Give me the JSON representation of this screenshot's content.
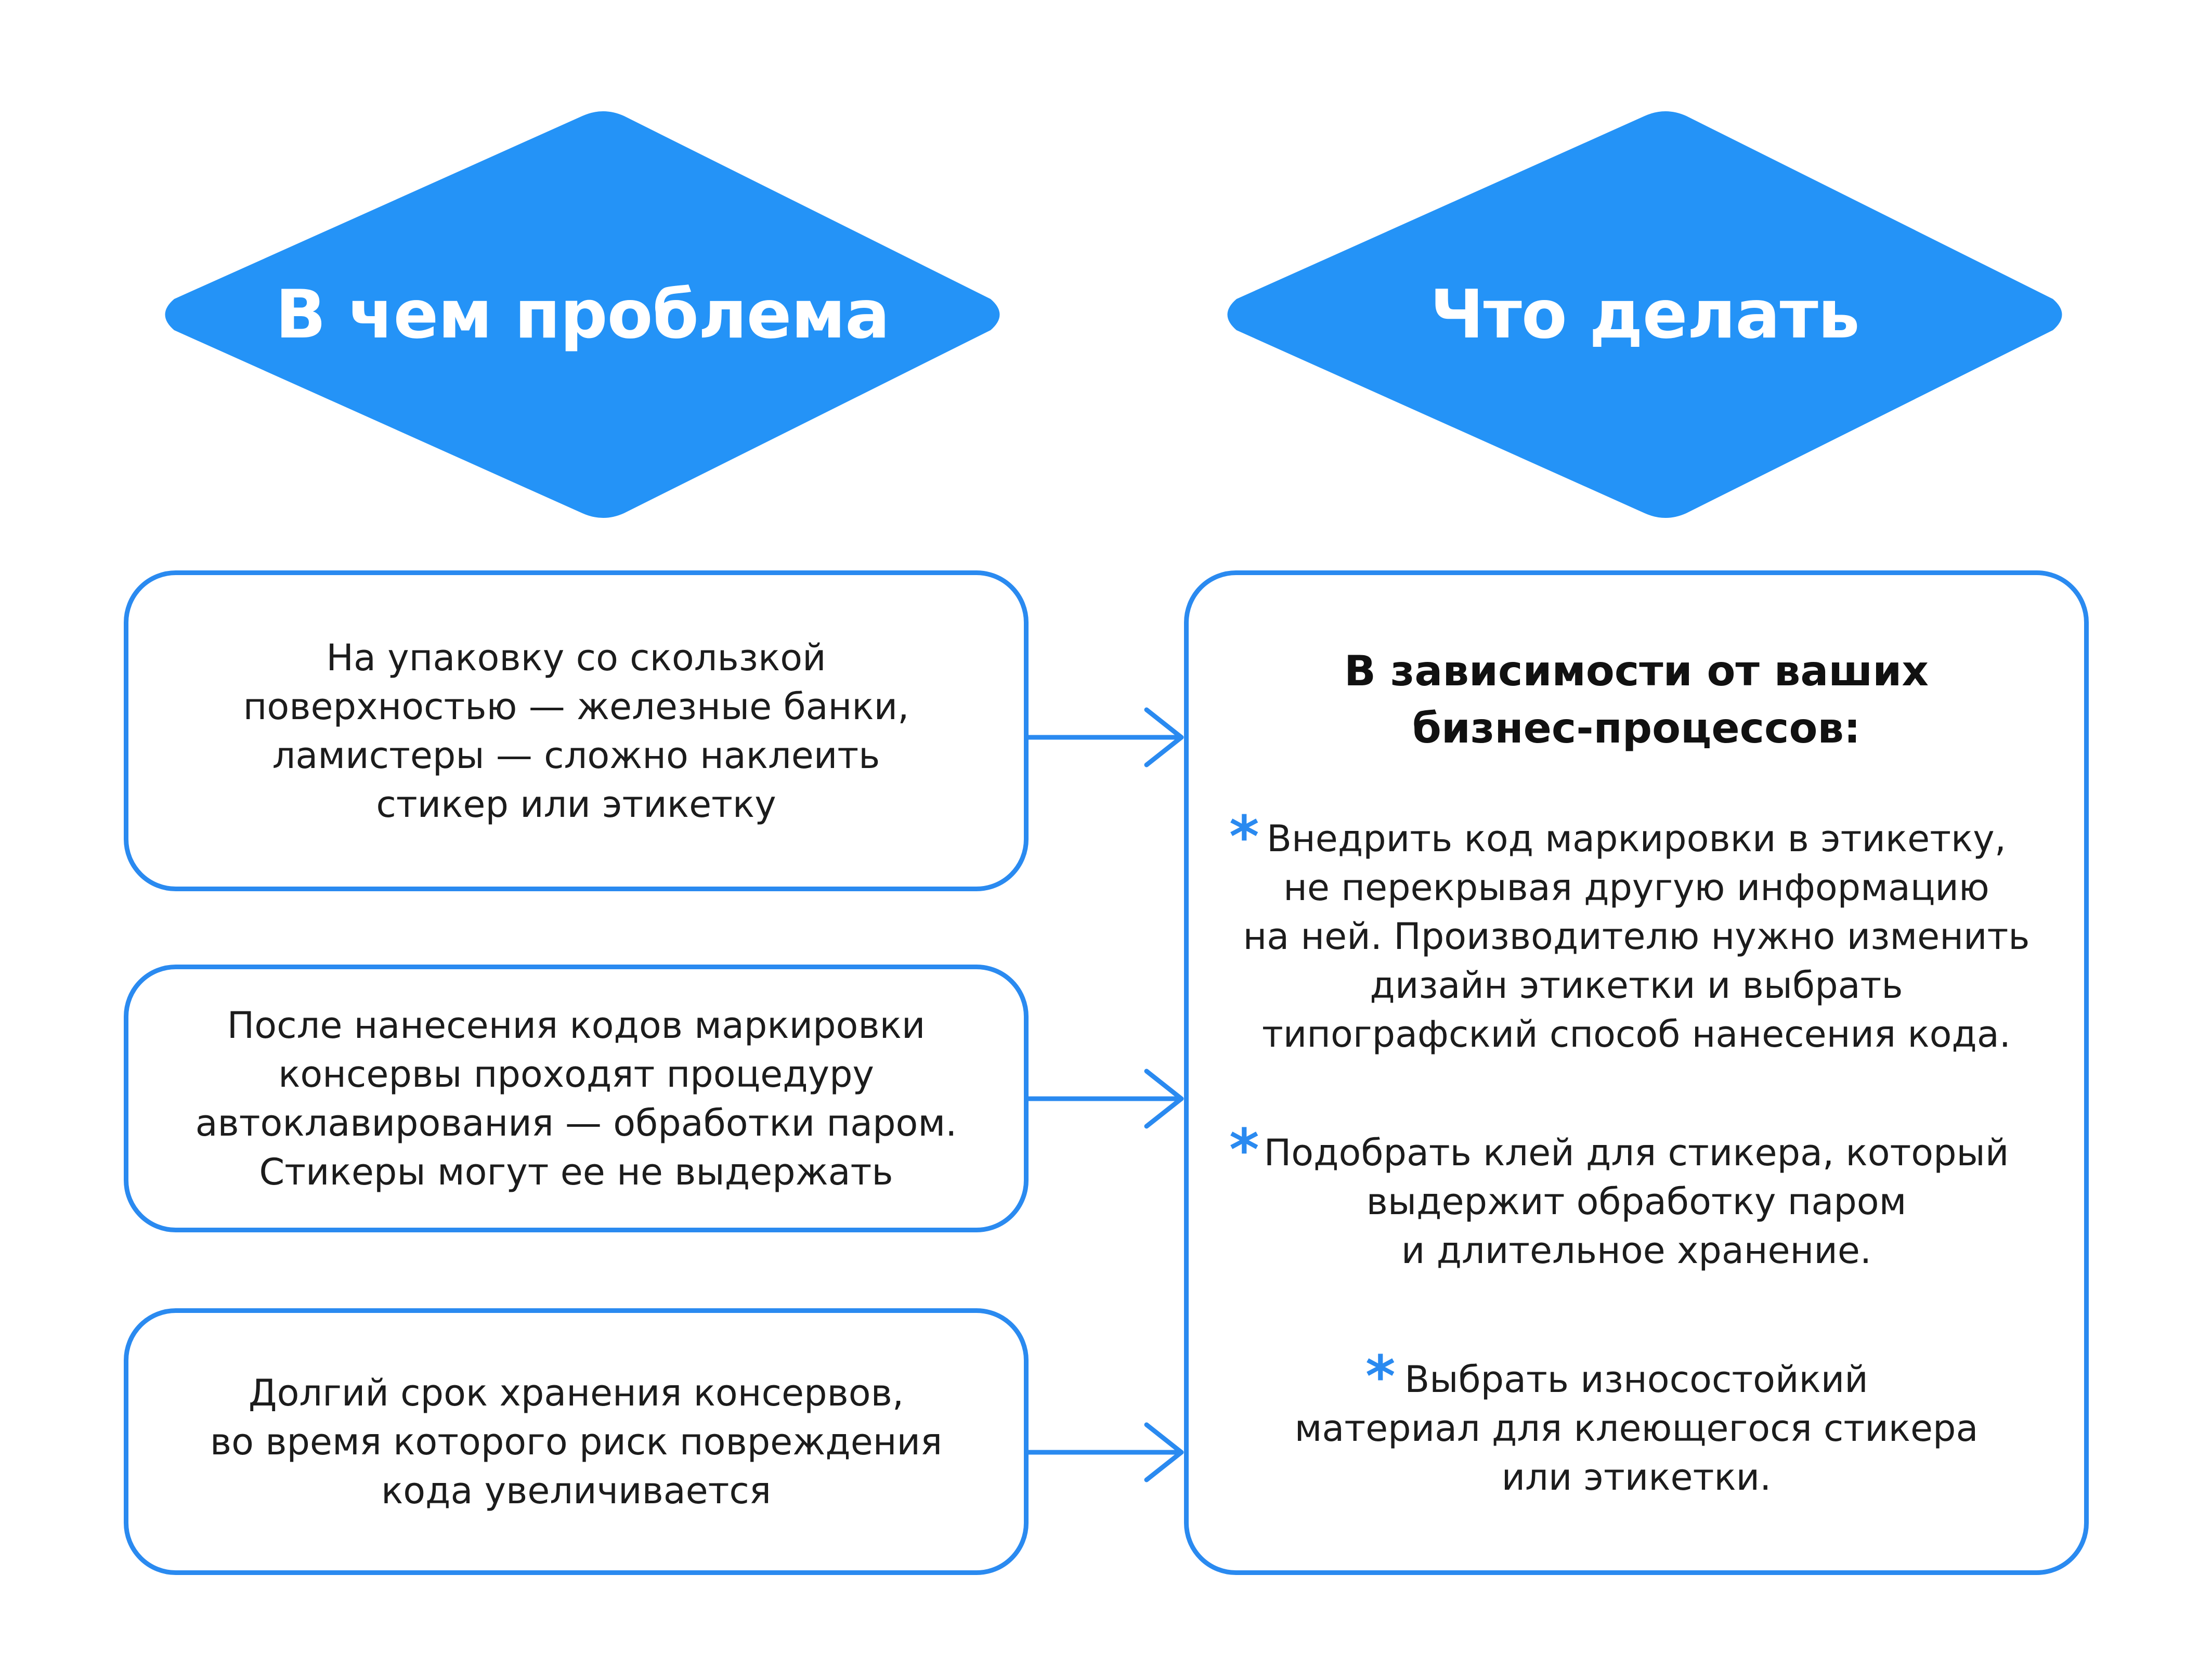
{
  "left_header": {
    "title": "В чем проблема"
  },
  "right_header": {
    "title": "Что делать"
  },
  "problems": [
    {
      "text": "На упаковку со скользкой\nповерхностью — железные банки,\nламистеры — сложно наклеить\nстикер или этикетку"
    },
    {
      "text": "После нанесения кодов маркировки\nконсервы проходят процедуру\nавтоклавирования — обработки паром.\nСтикеры могут ее не выдержать"
    },
    {
      "text": "Долгий срок хранения консервов,\nво время которого риск повреждения\nкода увеличивается"
    }
  ],
  "solution": {
    "heading": "В зависимости от ваших\nбизнес-процессов:",
    "bullet_symbol": "*",
    "items": [
      {
        "text": "Внедрить код маркировки в этикетку,\nне перекрывая другую информацию\nна ней. Производителю нужно изменить\nдизайн этикетки и выбрать\nтипографский способ нанесения кода."
      },
      {
        "text": "Подобрать клей для стикера, который\nвыдержит обработку паром\nи длительное хранение."
      },
      {
        "text": "Выбрать износостойкий\nматериал для клеющегося стикера\nили этикетки."
      }
    ]
  },
  "colors": {
    "accent": "#2a8af0",
    "diamond_fill": "#2493f7",
    "text": "#1c1c1c",
    "background": "#ffffff"
  }
}
